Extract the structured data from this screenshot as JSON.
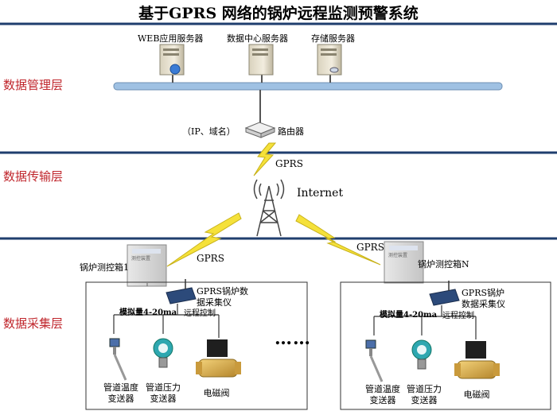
{
  "title": "基于GPRS 网络的锅炉远程监测预警系统",
  "layers": {
    "management": "数据管理层",
    "transmission": "数据传输层",
    "collection": "数据采集层"
  },
  "servers": {
    "web": "WEB应用服务器",
    "datacenter": "数据中心服务器",
    "storage": "存储服务器"
  },
  "router": {
    "ip_label": "（IP、域名）",
    "label": "路由器"
  },
  "links": {
    "gprs": "GPRS"
  },
  "internet": "Internet",
  "cabinets": [
    {
      "label": "锅炉测控箱1",
      "plate": "测控装置"
    },
    {
      "label": "锅炉测控箱N",
      "plate": "测控装置"
    }
  ],
  "collector": {
    "line1": "GPRS锅炉数",
    "line2": "据采集仪",
    "line1_n": "GPRS锅炉",
    "line2_n": "数据采集仪"
  },
  "signals": {
    "analog": "模拟量4-20ma",
    "remote": "远程控制"
  },
  "devices": {
    "temp_line1": "管道温度",
    "temp_line2": "变送器",
    "press_line1": "管道压力",
    "press_line2": "变送器",
    "valve": "电磁阀"
  },
  "ellipsis": "……",
  "colors": {
    "layer_text": "#c0272d",
    "divider": "#1f3e6e",
    "bus": "#9fc1e3",
    "lightning": "#f5e13a"
  }
}
